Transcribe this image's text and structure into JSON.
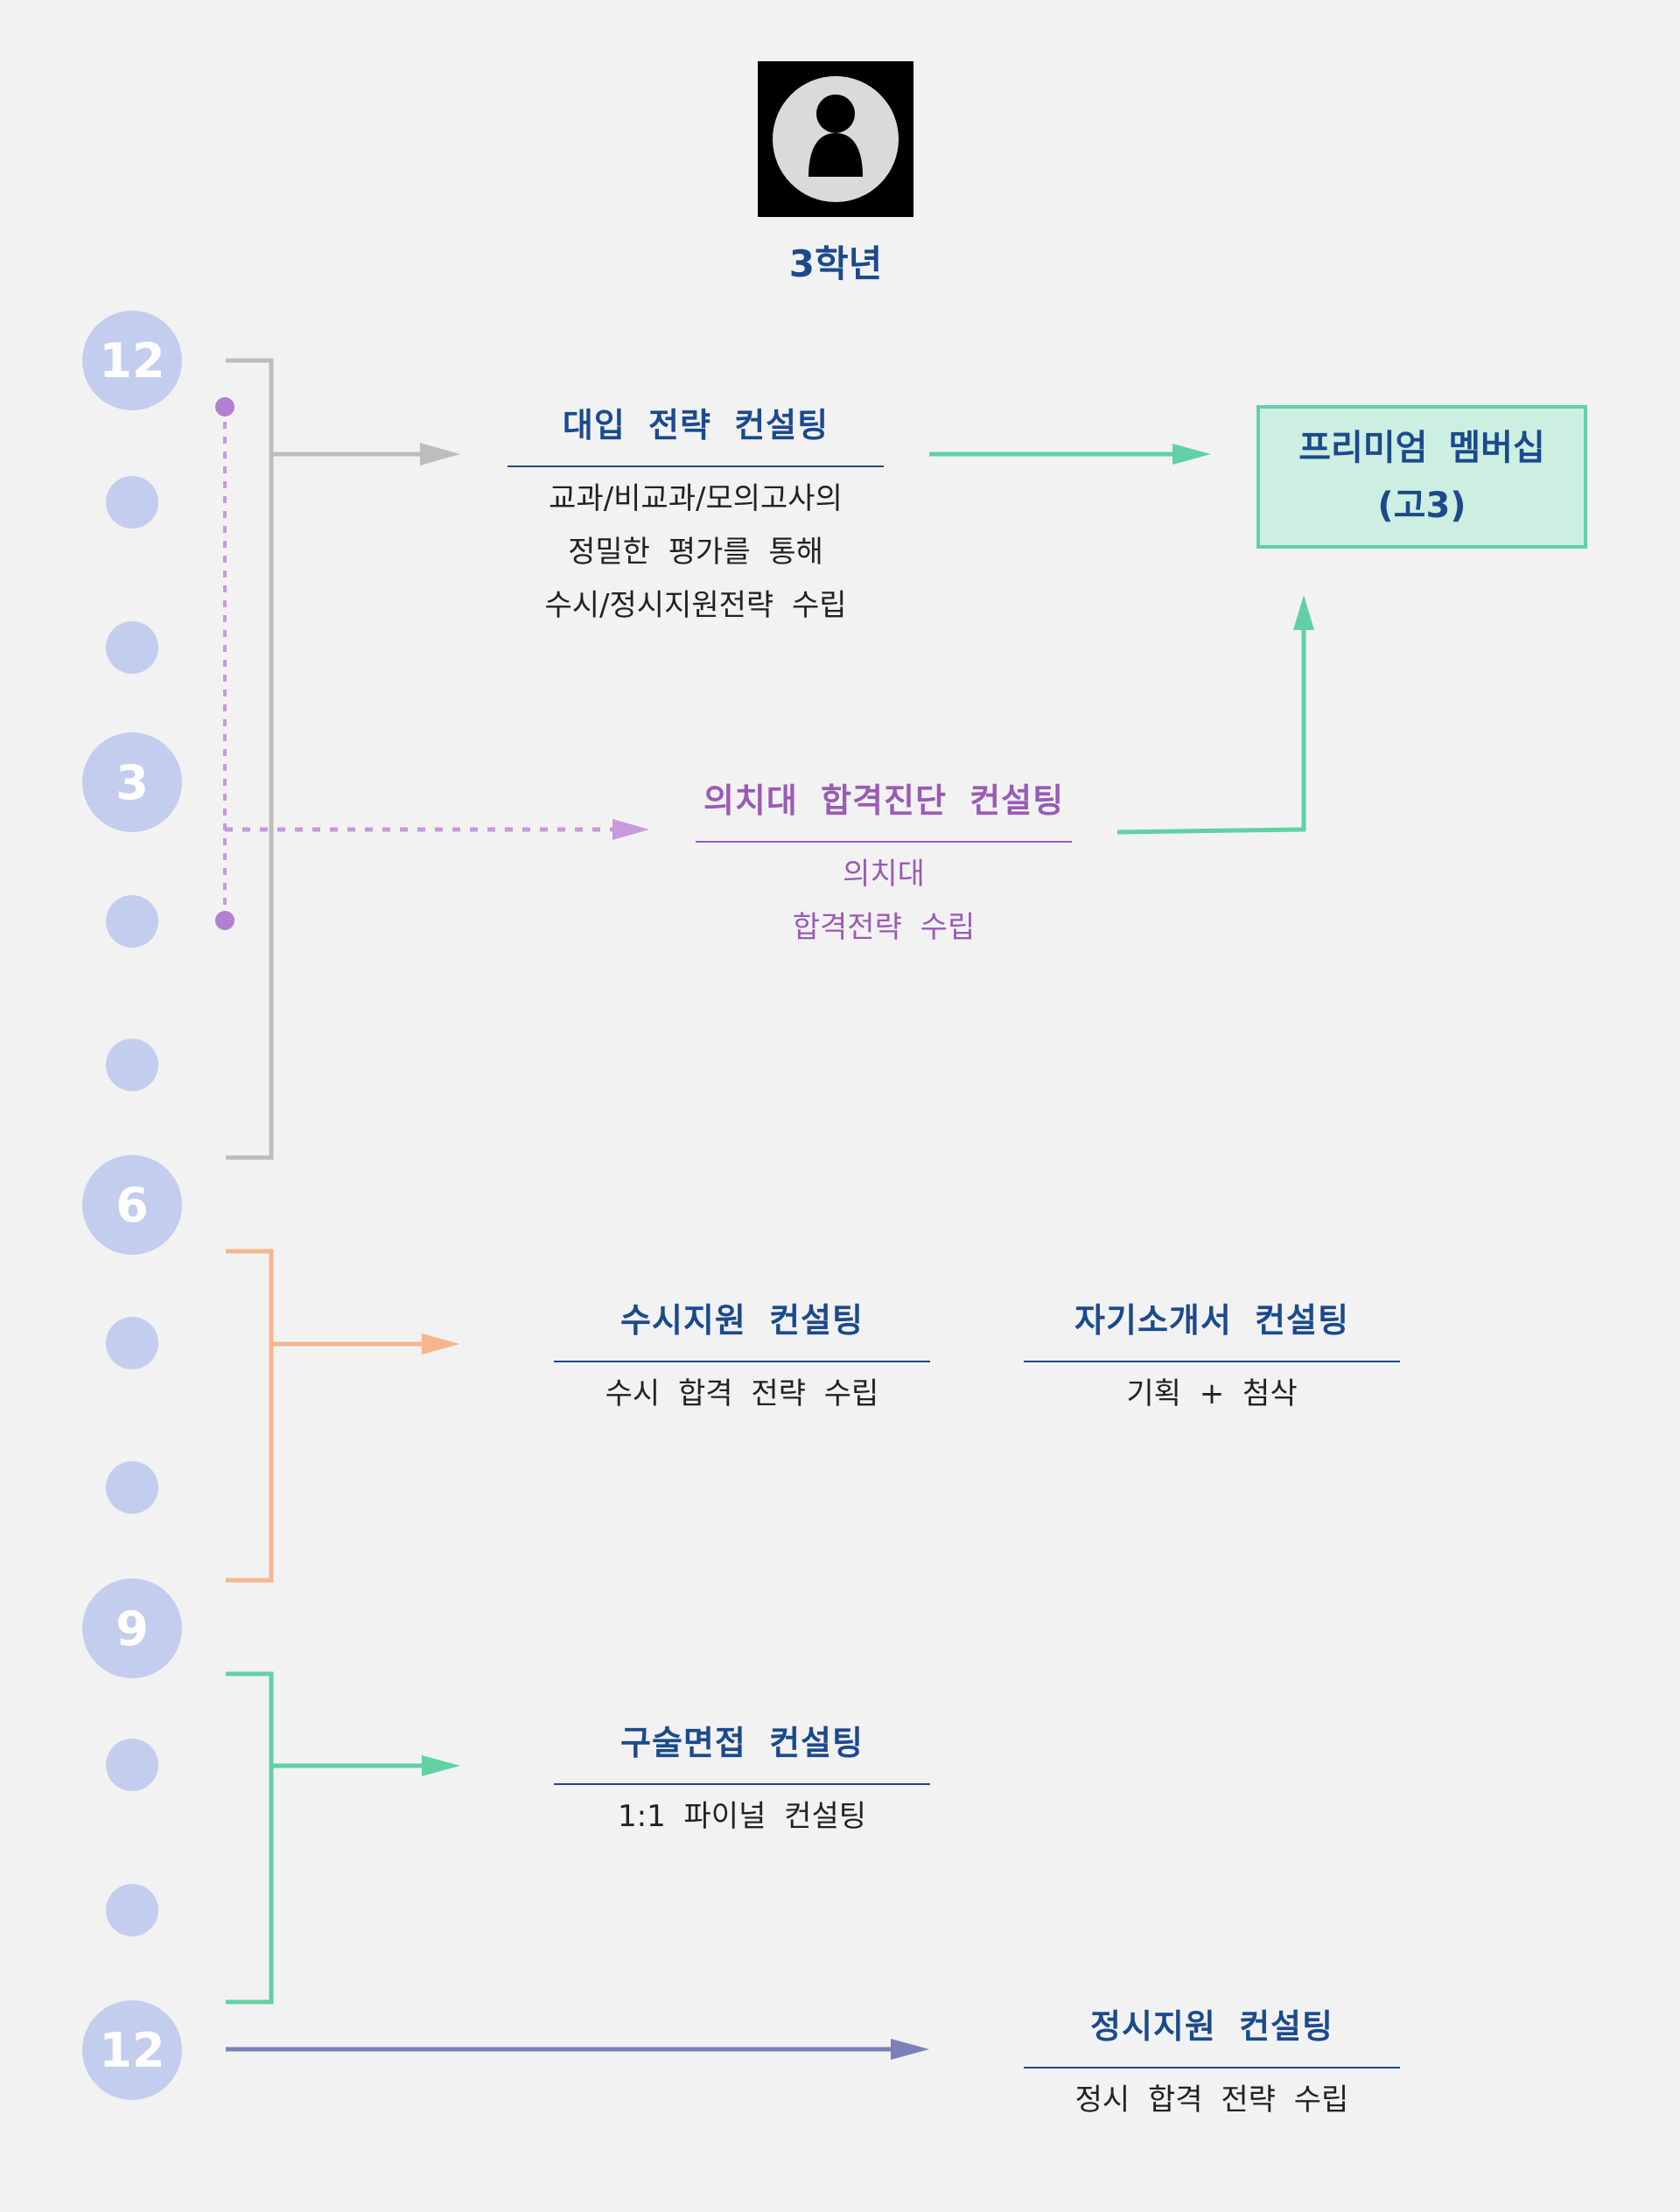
{
  "header": {
    "avatar_icon": "person-icon",
    "grade": "3학년"
  },
  "timeline": {
    "months": [
      "12",
      "3",
      "6",
      "9",
      "12"
    ]
  },
  "nodes": {
    "admission_strategy": {
      "title": "대입 전략 컨설팅",
      "lines": [
        "교과/비교과/모의고사의",
        "정밀한 평가를 통해",
        "수시/정시지원전략 수립"
      ]
    },
    "medical_diagnosis": {
      "title": "의치대 합격진단 컨설팅",
      "lines": [
        "의치대",
        "합격전략 수립"
      ]
    },
    "premium": {
      "line1": "프리미엄 멤버십",
      "line2": "(고3)"
    },
    "susi": {
      "title": "수시지원 컨설팅",
      "line": "수시 합격 전략 수립"
    },
    "self_intro": {
      "title": "자기소개서 컨설팅",
      "line": "기획 + 첨삭"
    },
    "interview": {
      "title": "구술면접 컨설팅",
      "line": "1:1 파이널 컨설팅"
    },
    "jeongsi": {
      "title": "정시지원 컨설팅",
      "line": "정시 합격 전략 수립"
    }
  },
  "colors": {
    "navy": "#1b4a8c",
    "circle": "#c3cdee",
    "gray_bracket": "#bdbdbd",
    "purple": "#9a5bb4",
    "purple_line": "#c79ad9",
    "orange": "#f5b68e",
    "green": "#61d1a4",
    "slate": "#7b80b8"
  }
}
